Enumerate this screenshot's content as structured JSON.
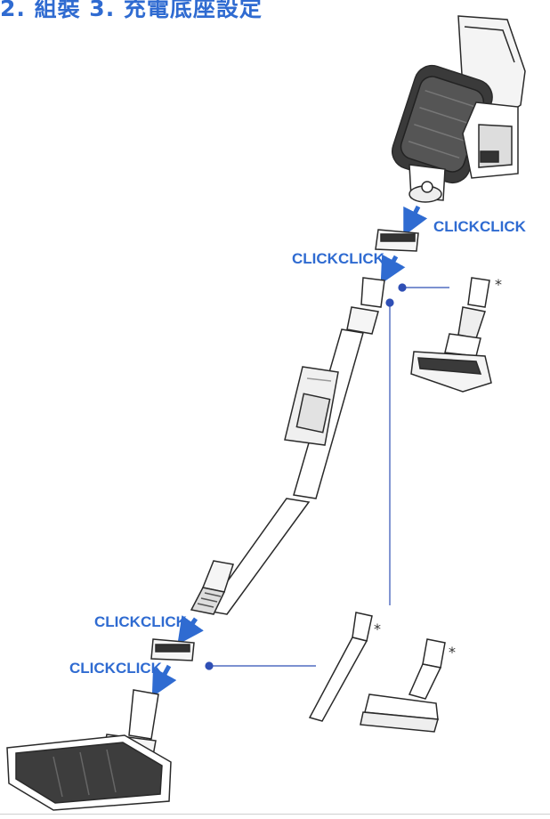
{
  "title": "2. 組裝 3. 充電底座設定",
  "labels": {
    "click_top_right": "CLICKCLICK",
    "click_top_left": "CLICKCLICK",
    "click_bottom_1": "CLICKCLICK",
    "click_bottom_2": "CLICKCLICK"
  },
  "accessory_marker": "*",
  "colors": {
    "accent": "#2f6bd1",
    "line": "#2a2a2a",
    "dark_part": "#333333",
    "leader": "#2f4fb5"
  }
}
